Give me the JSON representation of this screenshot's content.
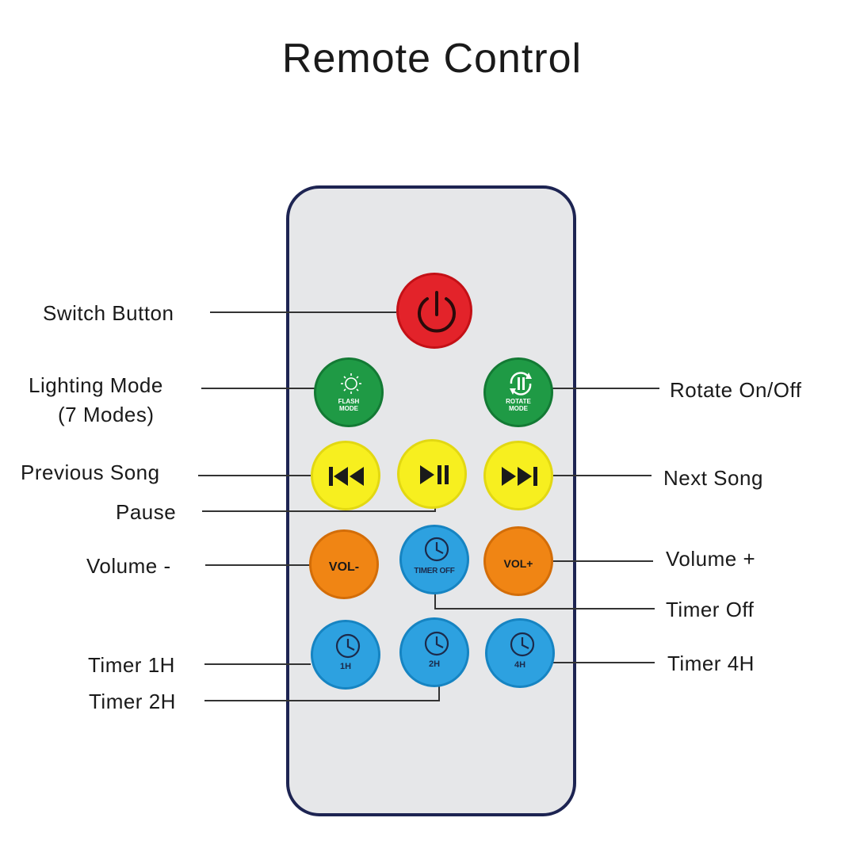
{
  "title": "Remote Control",
  "colors": {
    "remote_body": "#e6e7e9",
    "remote_border": "#1d2452",
    "power": "#e3232a",
    "mode": "#1f9a45",
    "playback": "#f7ef1f",
    "volume": "#f08514",
    "timer": "#2da1e0"
  },
  "labels": {
    "switch_button": "Switch Button",
    "lighting_mode_line1": "Lighting Mode",
    "lighting_mode_line2": "(7 Modes)",
    "rotate": "Rotate On/Off",
    "previous_song": "Previous Song",
    "next_song": "Next Song",
    "pause": "Pause",
    "volume_minus": "Volume -",
    "volume_plus": "Volume +",
    "timer_off": "Timer Off",
    "timer_1h": "Timer 1H",
    "timer_4h": "Timer 4H",
    "timer_2h": "Timer 2H"
  },
  "buttons": {
    "power": {
      "icon": "power-icon"
    },
    "flash_mode": {
      "icon": "sun-icon",
      "line1": "FLASH",
      "line2": "MODE"
    },
    "rotate_mode": {
      "icon": "rotate-icon",
      "line1": "ROTATE",
      "line2": "MODE"
    },
    "previous": {
      "icon": "previous-track-icon"
    },
    "play_pause": {
      "icon": "play-pause-icon"
    },
    "next": {
      "icon": "next-track-icon"
    },
    "vol_minus": {
      "text": "VOL-"
    },
    "timer_off": {
      "icon": "clock-icon",
      "text": "TIMER OFF"
    },
    "vol_plus": {
      "text": "VOL+"
    },
    "timer_1h": {
      "icon": "clock-icon",
      "text": "1H"
    },
    "timer_2h": {
      "icon": "clock-icon",
      "text": "2H"
    },
    "timer_4h": {
      "icon": "clock-icon",
      "text": "4H"
    }
  }
}
